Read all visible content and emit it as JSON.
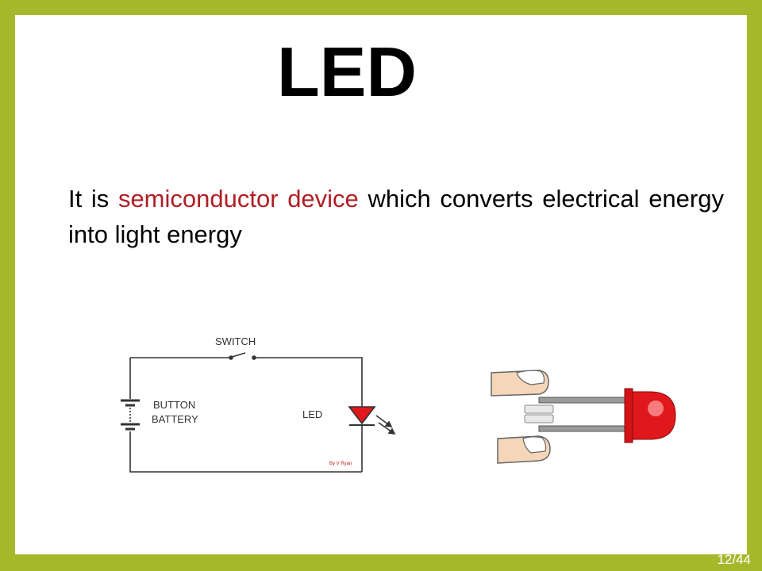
{
  "slide": {
    "title": "LED",
    "body": {
      "part1": "It is ",
      "highlight": "semiconductor device",
      "part2": " which converts electrical energy into light energy",
      "highlight_color": "#b01e24"
    },
    "diagram": {
      "switch_label": "SWITCH",
      "battery_label_line1": "BUTTON",
      "battery_label_line2": "BATTERY",
      "led_label": "LED",
      "credit": "By V Ryan"
    },
    "page_number": "12/44"
  },
  "colors": {
    "frame": "#a5b82a",
    "background": "#ffffff",
    "led_red": "#e0181c"
  }
}
